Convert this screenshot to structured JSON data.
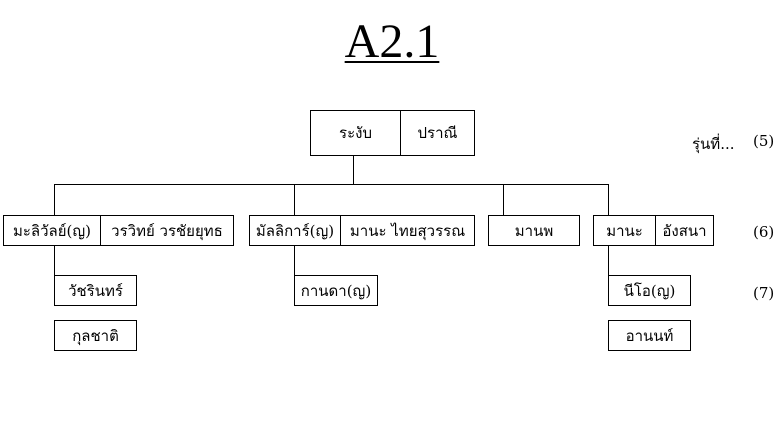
{
  "title": "A2.1",
  "generation_label": "รุ่นที่...",
  "generations": {
    "g5": "(5)",
    "g6": "(6)",
    "g7": "(7)"
  },
  "gen5": {
    "left": "ระงับ",
    "right": "ปราณี"
  },
  "gen6": {
    "c1": {
      "left": "มะลิวัลย์(ญ)",
      "right": "วรวิทย์ วรชัยยุทธ"
    },
    "c2": {
      "left": "มัลลิการ์(ญ)",
      "right": "มานะ ไทยสุวรรณ"
    },
    "c3": {
      "name": "มานพ"
    },
    "c4": {
      "left": "มานะ",
      "right": "อังสนา"
    }
  },
  "gen7": {
    "c1_children": [
      "วัชรินทร์",
      "กุลชาติ"
    ],
    "c2_children": [
      "กานดา(ญ)"
    ],
    "c4_children": [
      "นีโอ(ญ)",
      "อานนท์"
    ]
  }
}
